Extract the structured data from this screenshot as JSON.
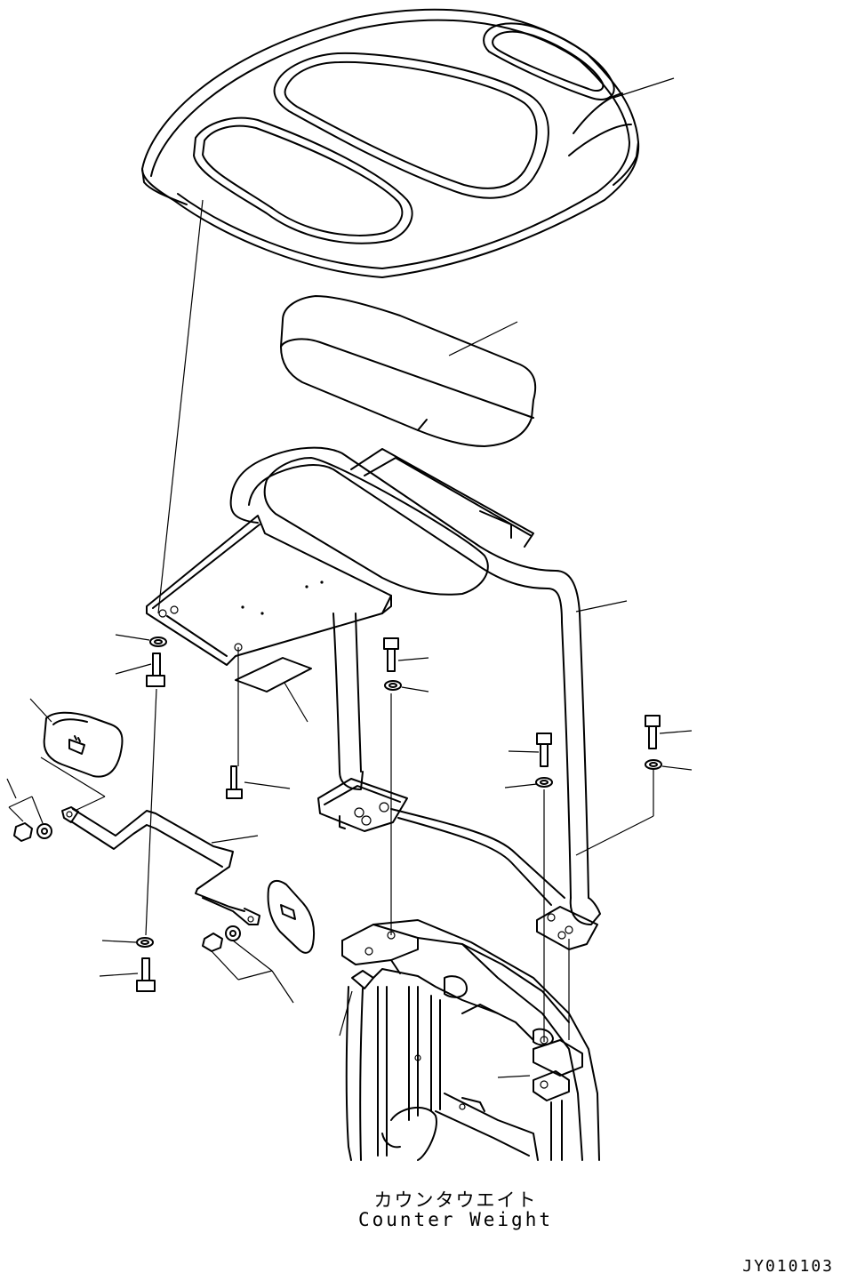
{
  "caption": {
    "japanese": "カウンタウエイト",
    "english": "Counter Weight"
  },
  "drawing_id": "JY010103"
}
